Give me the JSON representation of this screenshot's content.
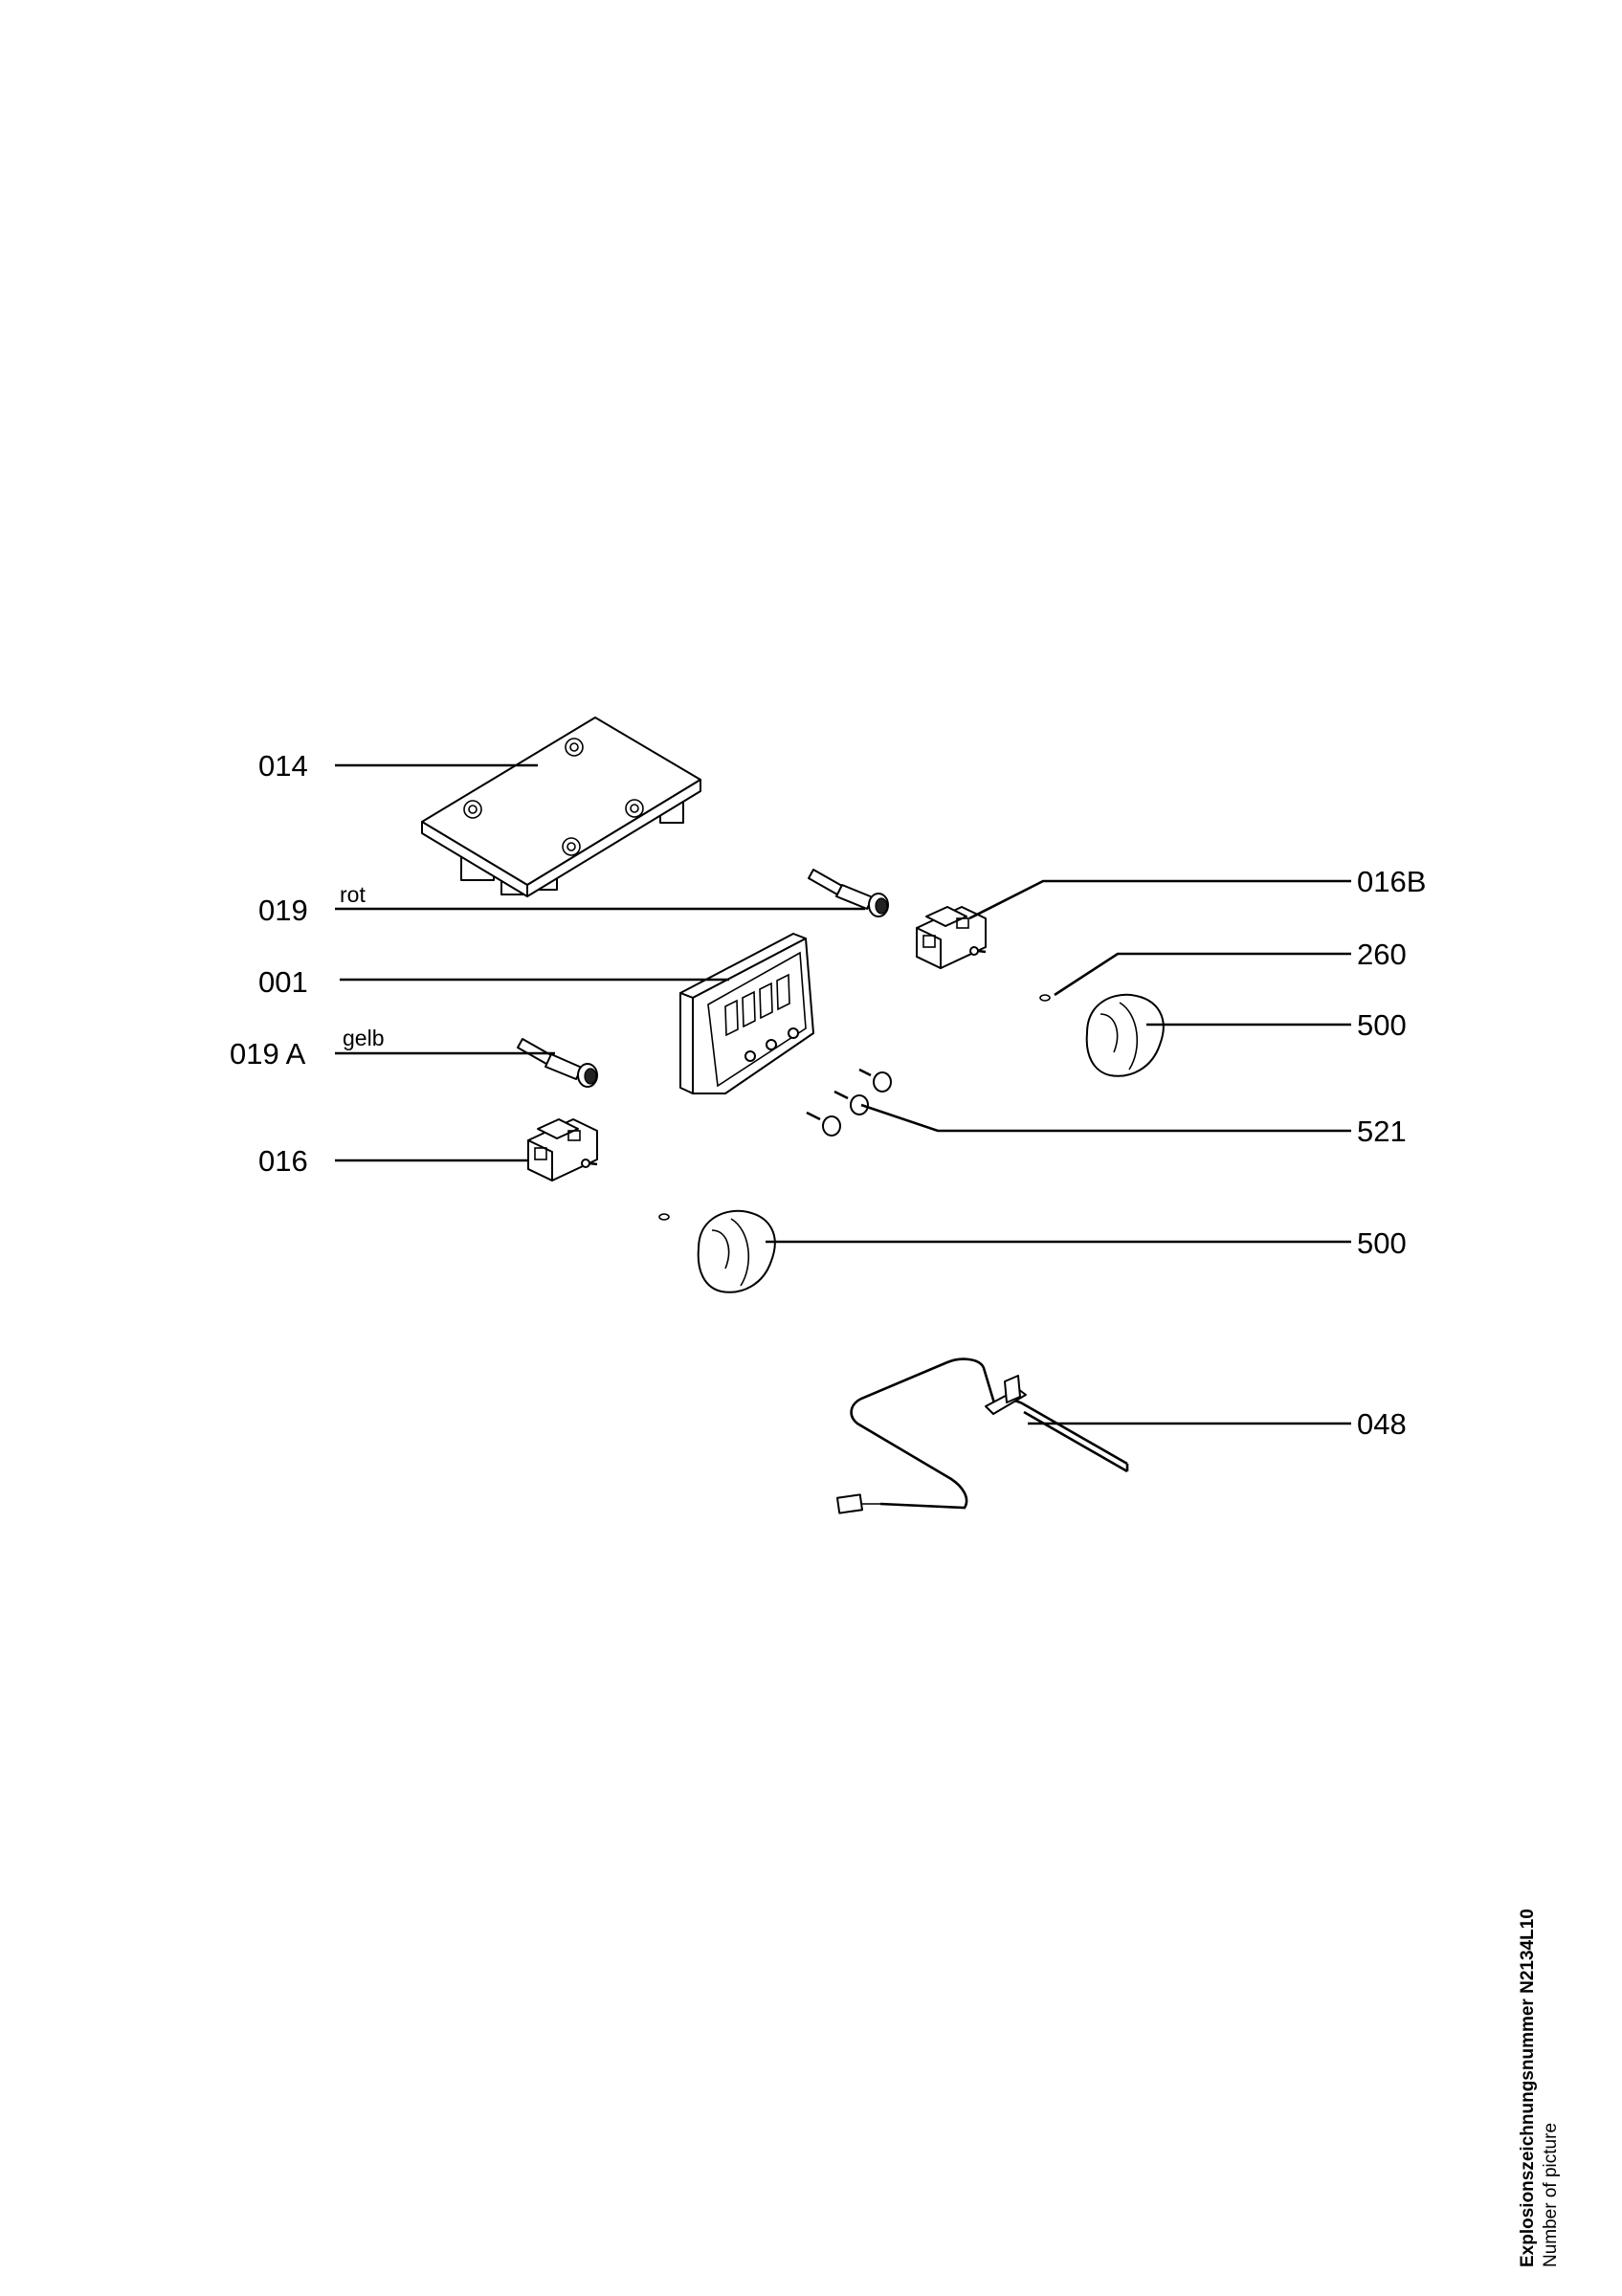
{
  "parts": [
    {
      "label": "014"
    },
    {
      "label": "019",
      "note": "rot"
    },
    {
      "label": "001"
    },
    {
      "label": "019 A",
      "note": "gelb"
    },
    {
      "label": "016"
    },
    {
      "label": "016B"
    },
    {
      "label": "260"
    },
    {
      "label": "500"
    },
    {
      "label": "521"
    },
    {
      "label": "500"
    },
    {
      "label": "048"
    }
  ],
  "footer": {
    "drawing_number": "Explosionszeichnungsnummer N2134L10",
    "number_of_picture": "Number of picture"
  }
}
